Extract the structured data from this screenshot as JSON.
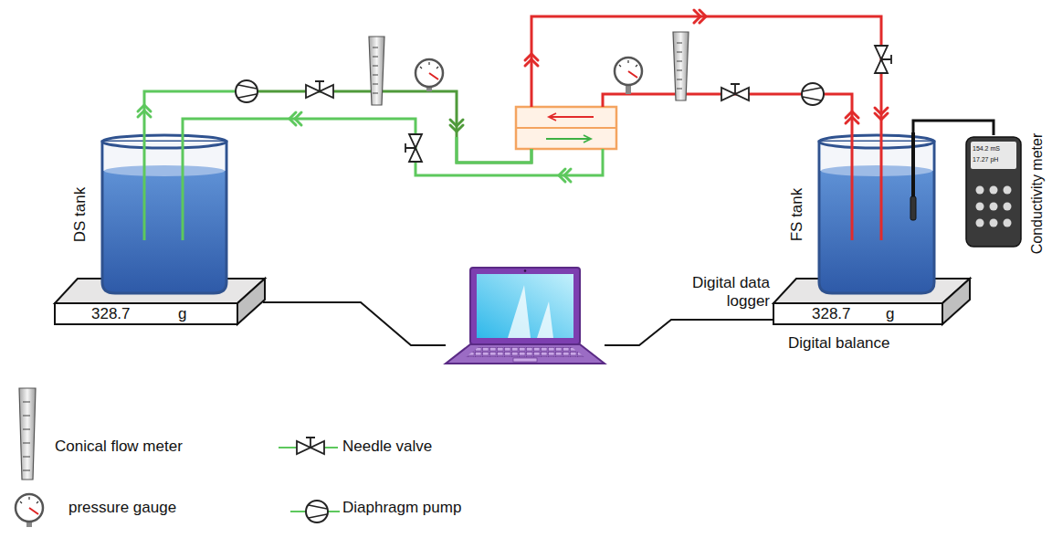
{
  "diagram": {
    "nodes": [
      {
        "text": [
          "DS tank"
        ]
      },
      {
        "text": [
          "328.7",
          "g"
        ]
      },
      {
        "text": [
          "FS tank"
        ]
      },
      {
        "text": [
          "154.2 mS",
          "17.27 pH",
          "Conductivity meter"
        ]
      },
      {
        "text": [
          "328.7",
          "g",
          "Digital balance"
        ]
      }
    ],
    "edges": [
      {
        "from": 2,
        "to": 3,
        "arrow": "none"
      }
    ],
    "labels": [
      "Digital data logger"
    ],
    "legend": [
      {
        "text": "Conical flow meter"
      },
      {
        "text": "Needle valve"
      },
      {
        "text": "pressure gauge"
      },
      {
        "text": "Diaphragm pump"
      }
    ]
  }
}
